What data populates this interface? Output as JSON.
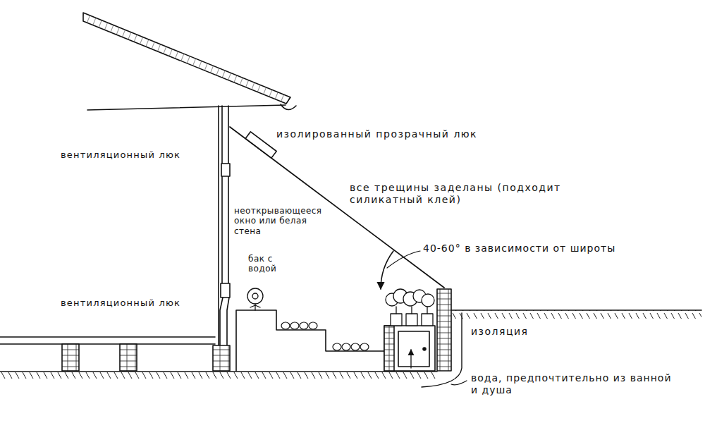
{
  "diagram": {
    "labels": [
      "изолированный прозрачный люк",
      "вентиляционный люк",
      "все трещины заделаны (подходит силикатный клей)",
      "неоткрывающееся окно или белая стена",
      "бак с водой",
      "40-60° в зависимости от широты",
      "вентиляционный люк",
      "изоляция",
      "вода, предпочтительно из ванной и душа"
    ]
  }
}
